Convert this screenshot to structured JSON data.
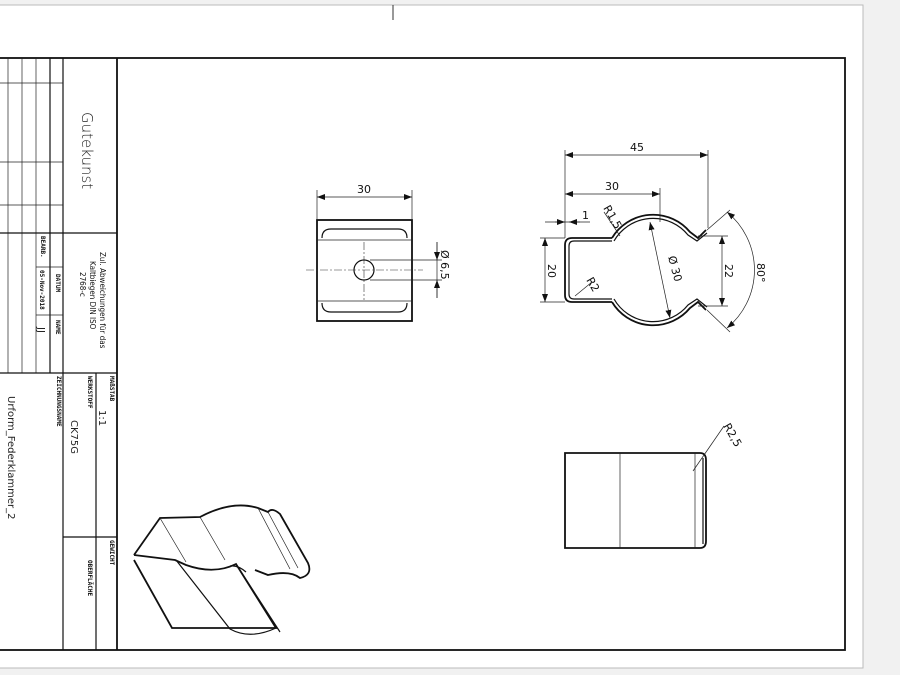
{
  "title_block": {
    "company": "Gutekunst",
    "tolerance_note": [
      "Zul. Abweichungen für das",
      "Kaltbiegen DIN ISO",
      "2768-c"
    ],
    "labels": {
      "bearb": "BEARB.",
      "datum": "DATUM",
      "name": "NAME",
      "masstab": "MAßSTAB",
      "werkstoff": "WERKSTOFF",
      "zeichnungsname": "ZEICHNUNGSNAME",
      "gewicht": "GEWICHT",
      "oberflaeche": "OBERFLÄCHE"
    },
    "date": "05-Nov-2018",
    "author": "JJ",
    "scale": "1:1",
    "material": "CK75G",
    "drawing_name": "Urform_Federklammer_2"
  },
  "front_view": {
    "width_dim": "30",
    "hole_dim": "Ø 6,5"
  },
  "side_view": {
    "overall_dim": "45",
    "center_dim": "30",
    "thickness_dim": "1",
    "radius_top": "R1,5",
    "radius_inner": "R2",
    "height_dim": "20",
    "diameter_dim": "Ø 30",
    "opening_dim": "22",
    "angle_dim": "80°"
  },
  "top_view": {
    "radius_dim": "R2,5"
  }
}
